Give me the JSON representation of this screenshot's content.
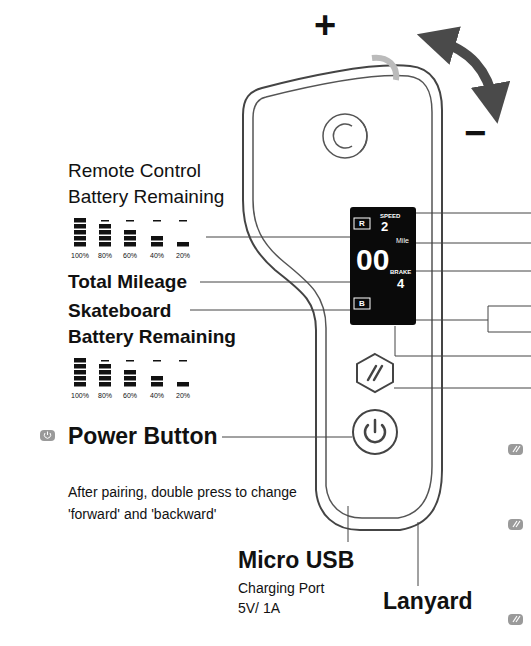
{
  "diagram": {
    "nodes": [
      {
        "text": [
          "R",
          "SPEED",
          "2",
          "00",
          "Mile",
          "BRAKE",
          "4",
          "B"
        ]
      }
    ],
    "labels": [
      "+",
      "−",
      "Remote Control Battery Remaining",
      "100%",
      "80%",
      "60%",
      "40%",
      "20%",
      "Total Mileage",
      "Skateboard Battery Remaining",
      "100%",
      "80%",
      "60%",
      "40%",
      "20%",
      "Power Button",
      "After pairing, double press to change 'forward' and 'backward'",
      "Micro USB",
      "Charging Port",
      "5V/ 1A",
      "Lanyard"
    ]
  }
}
